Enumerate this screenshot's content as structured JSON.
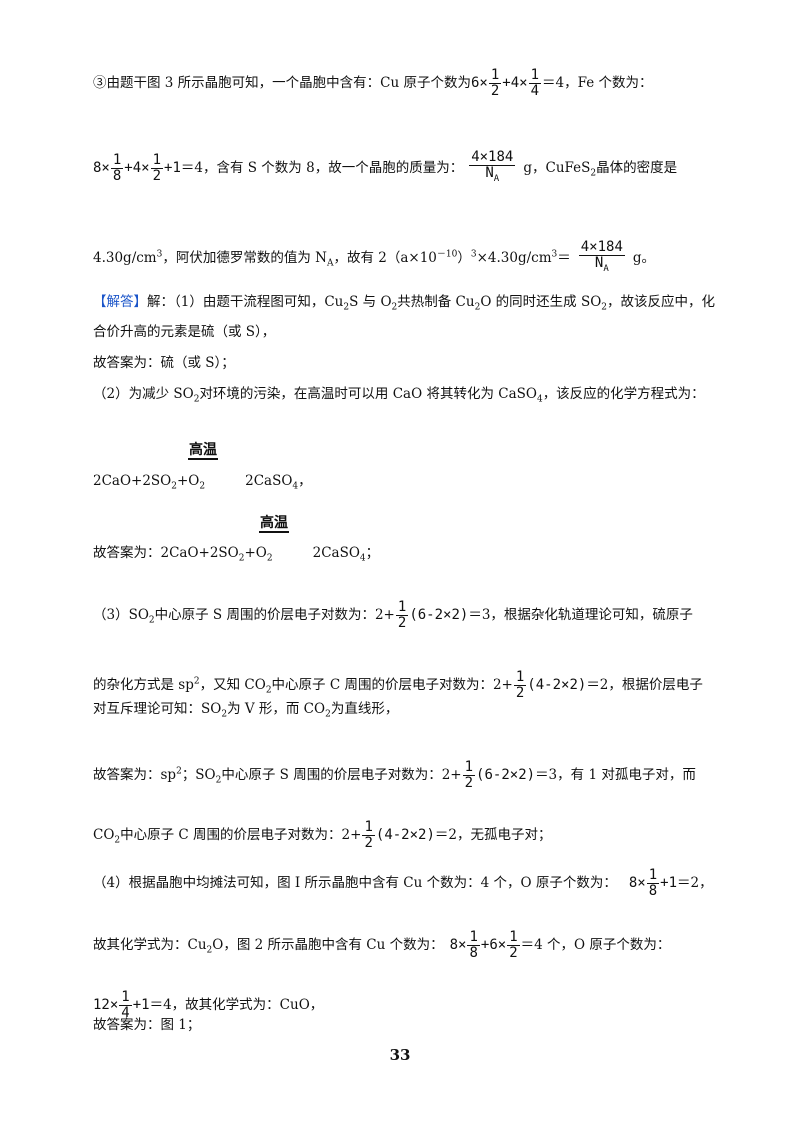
{
  "l1a": "③由题干图 3 所示晶胞可知，一个晶胞中含有：Cu 原子个数为",
  "l1b": "6×",
  "l1c": "+4×",
  "l1d": "＝4，Fe 个数为：",
  "f_1": "1",
  "f_2": "2",
  "f_4": "4",
  "f_8": "8",
  "l2a": "8×",
  "l2b": "+4×",
  "l2c": "+1",
  "l2d": "＝4，含有 S 个数为 8，故一个晶胞的质量为：",
  "f_mass": "4×184",
  "f_na": "N",
  "f_na_sub": "A",
  "l2e": "g，CuFeS",
  "l2f": "2",
  "l2g": "晶体的密度是",
  "l3a": "4.30g/cm",
  "l3b": "3",
  "l3c": "，阿伏加德罗常数的值为 N",
  "l3d": "A",
  "l3e": "，故有 2（a×10",
  "l3f": "－10",
  "l3g": "）",
  "l3h": "3",
  "l3i": "×4.30g/cm",
  "l3j": "3",
  "l3k": "＝",
  "l3l": "g。",
  "l4tag": "【解答】",
  "l4a": "解：（1）由题干流程图可知，Cu",
  "l4b": "2",
  "l4c": "S 与 O",
  "l4d": "2",
  "l4e": "共热制备 Cu",
  "l4f": "2",
  "l4g": "O 的同时还生成 SO",
  "l4h": "2",
  "l4i": "，故该反应中，化",
  "l5": "合价升高的元素是硫（或 S），",
  "l6": "故答案为：硫（或 S）；",
  "l7a": "（2）为减少 SO",
  "l7b": "2",
  "l7c": "对环境的污染，在高温时可以用 CaO 将其转化为 CaSO",
  "l7d": "4",
  "l7e": "，该反应的化学方程式为：",
  "cond": "高温",
  "eq1a": "2CaO+2SO",
  "eq1b": "2",
  "eq1c": "+O",
  "eq1d": "2",
  "eq1e": "2CaSO",
  "eq1f": "4",
  "eq1g": "，",
  "eq2pre": "故答案为：",
  "eq2g": "；",
  "l8a": "（3）SO",
  "l8b": "2",
  "l8c": "中心原子 S 周围的价层电子对数为：2+",
  "f_paren1": "(6-2×2)",
  "l8d": "＝3，根据杂化轨道理论可知，硫原子",
  "l9a": "的杂化方式是 sp",
  "l9b": "2",
  "l9c": "，又知 CO",
  "l9d": "2",
  "l9e": "中心原子 C 周围的价层电子对数为：2+",
  "f_paren2": "(4-2×2)",
  "l9f": "＝2，根据价层电子",
  "l10a": "对互斥理论可知：SO",
  "l10b": "2",
  "l10c": "为 V 形，而 CO",
  "l10d": "2",
  "l10e": "为直线形，",
  "l11a": "故答案为：sp",
  "l11b": "2",
  "l11c": "；SO",
  "l11d": "2",
  "l11e": "中心原子 S 周围的价层电子对数为：2+",
  "l11f": "＝3，有 1 对孤电子对，而",
  "l12a": "CO",
  "l12b": "2",
  "l12c": "中心原子 C 周围的价层电子对数为：2+",
  "l12d": "＝2，无孤电子对；",
  "l13a": "（4）根据晶胞中均摊法可知，图 I 所示晶胞中含有 Cu 个数为：4 个，O 原子个数为：",
  "l13b": "8×",
  "l13c": "+1",
  "l13d": "＝2，",
  "l14a": "故其化学式为：Cu",
  "l14b": "2",
  "l14c": "O，图 2 所示晶胞中含有 Cu 个数为：",
  "l14d": "8×",
  "l14e": "+6×",
  "l14f": "＝4 个，O 原子个数为：",
  "l15a": "12×",
  "l15b": "+1",
  "l15c": "＝4，故其化学式为：CuO，",
  "l16": "故答案为：图 1；",
  "page_number": "33"
}
